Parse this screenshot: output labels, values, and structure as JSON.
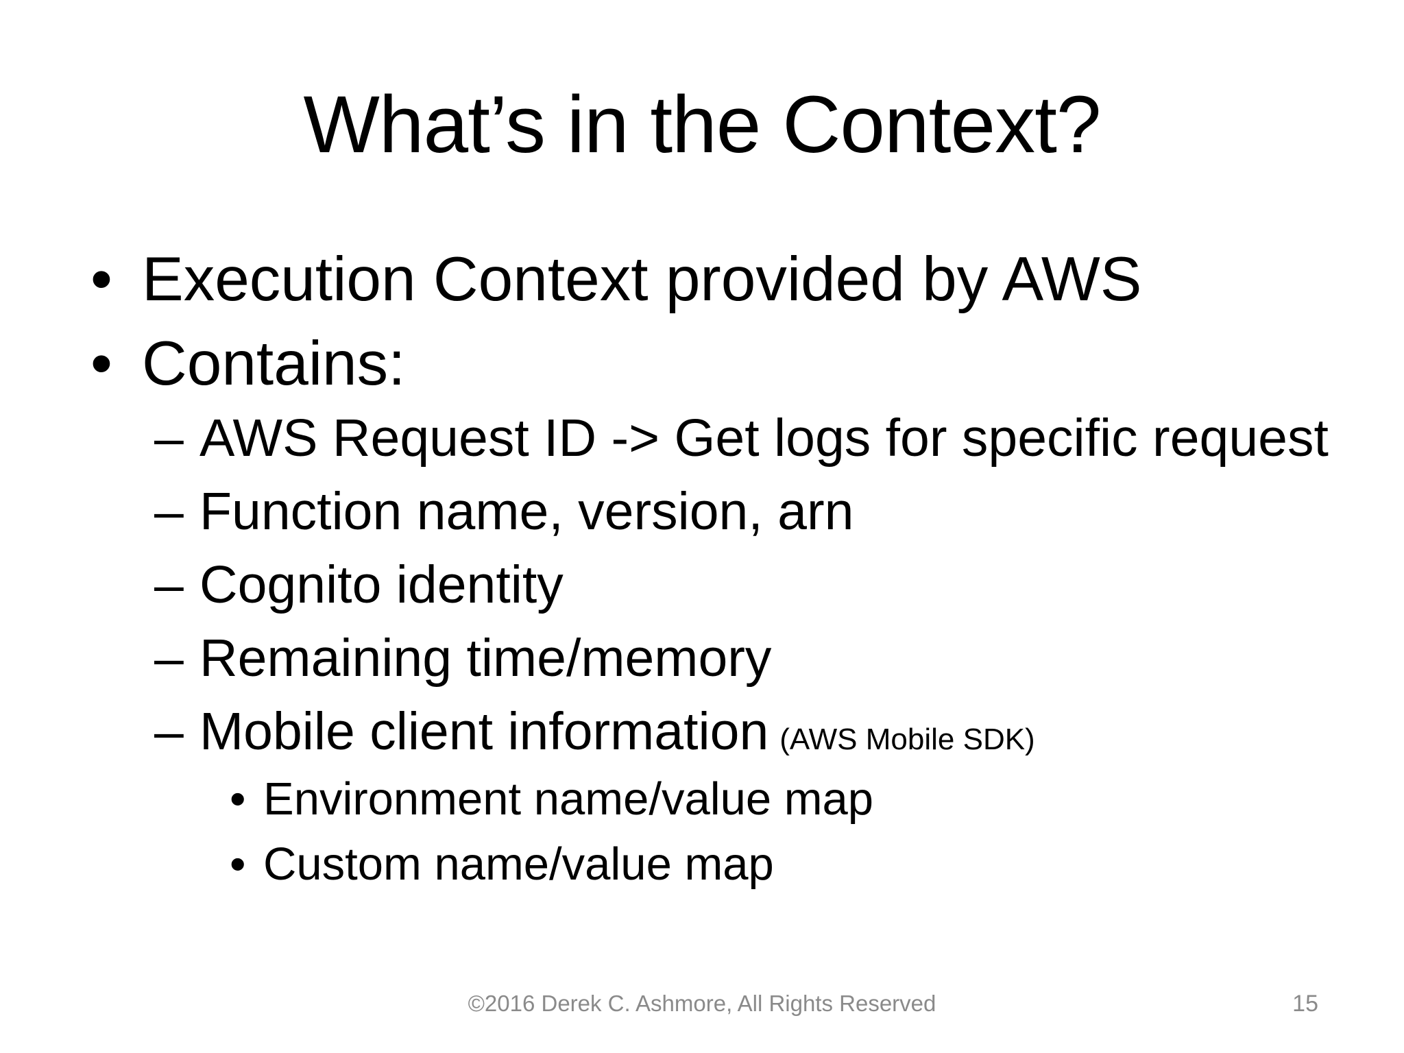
{
  "slide": {
    "title": "What’s in the Context?",
    "markers": {
      "level1": "•",
      "level2": "–",
      "level3": "•"
    },
    "level1": [
      "Execution Context provided by AWS",
      "Contains:"
    ],
    "level2": [
      "AWS Request ID -> Get logs for specific request",
      "Function name, version, arn",
      "Cognito identity",
      "Remaining time/memory",
      "Mobile client information"
    ],
    "level2_suffix": "(AWS Mobile SDK)",
    "level3": [
      "Environment name/value map",
      "Custom name/value map"
    ],
    "footer": {
      "copyright": "©2016 Derek C. Ashmore, All Rights Reserved",
      "page_number": "15"
    },
    "colors": {
      "background": "#ffffff",
      "text": "#000000",
      "footer_text": "#8a8a8a"
    }
  }
}
